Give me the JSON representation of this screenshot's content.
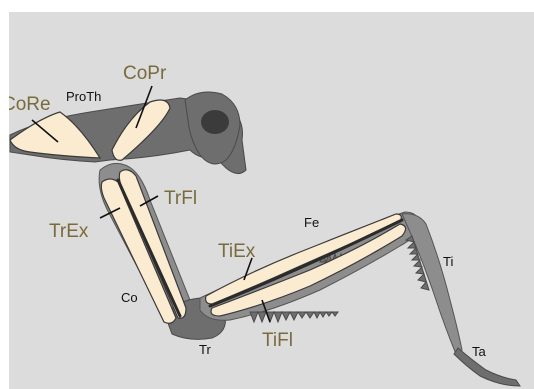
{
  "muscle_labels": {
    "core": "CoRe",
    "copr": "CoPr",
    "trex": "TrEx",
    "trfl": "TrFl",
    "tiex": "TiEx",
    "tifl": "TiFl"
  },
  "segment_labels": {
    "proth": "ProTh",
    "co": "Co",
    "tr": "Tr",
    "fe": "Fe",
    "ti": "Ti",
    "ta": "Ta"
  },
  "colors": {
    "muscle_fill": "#fbebd0",
    "muscle_label": "#7a6a3c",
    "background": "#dcdcdc"
  }
}
